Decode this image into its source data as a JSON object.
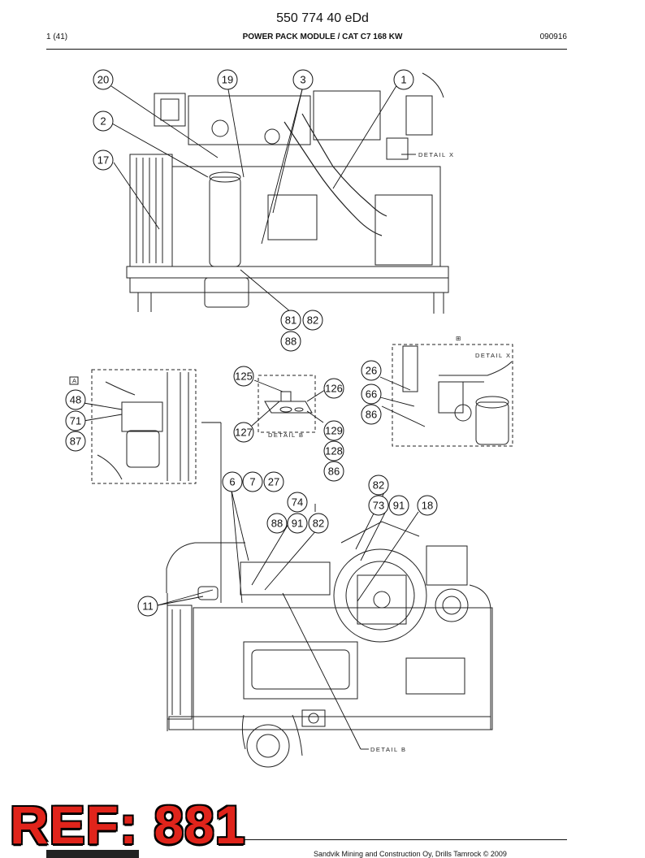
{
  "header": {
    "doc_number": "550 774 40 eDd",
    "page_index": "1 (41)",
    "title": "POWER PACK MODULE / CAT C7 168 KW",
    "date_code": "090916"
  },
  "footer": {
    "copyright": "Sandvik Mining and Construction Oy, Drills Tamrock © 2009",
    "ref_stamp": "REF: 881"
  },
  "detail_labels": {
    "detail_x_main": "DETAIL X",
    "detail_x_inset": "DETAIL X",
    "detail_b_inset": "DETAIL B",
    "detail_b_main": "DETAIL B",
    "view_a": "A",
    "section_mark": "⊞"
  },
  "callouts": [
    "20",
    "19",
    "3",
    "1",
    "2",
    "17",
    "81",
    "82",
    "88",
    "26",
    "66",
    "86",
    "125",
    "126",
    "127",
    "129",
    "128",
    "86",
    "48",
    "71",
    "87",
    "6",
    "7",
    "27",
    "82",
    "74",
    "73",
    "91",
    "18",
    "88",
    "91",
    "82",
    "11"
  ],
  "colors": {
    "ref_red": "#e0241b",
    "line": "#111111"
  }
}
